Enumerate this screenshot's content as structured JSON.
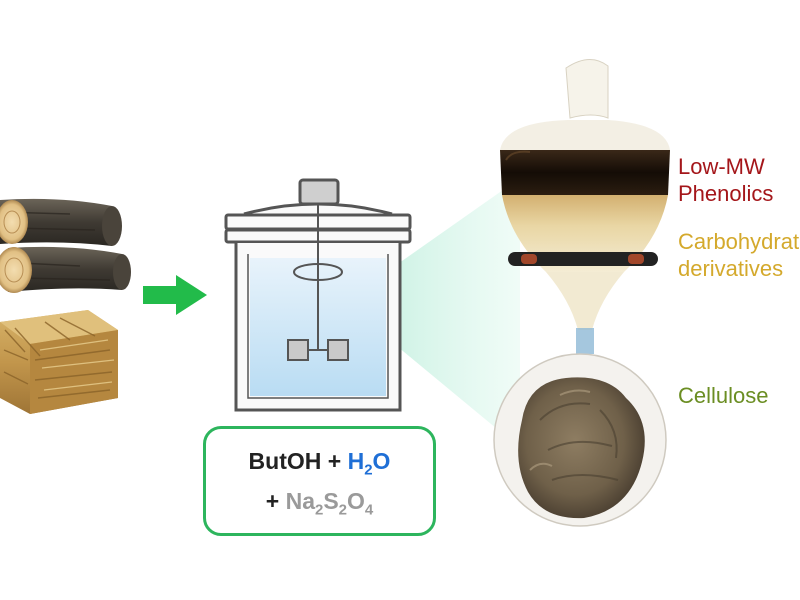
{
  "colors": {
    "arrow": "#22bb4a",
    "box_border": "#2db55d",
    "phenolics": "#a4161a",
    "carbohydrates": "#d4a92c",
    "cellulose": "#6b8e23",
    "water": "#1f6fd6",
    "salt": "#9a9a9a",
    "reactor_outline": "#555555"
  },
  "icons": [
    "wood-logs-icon",
    "straw-bale-icon",
    "arrow-right-icon",
    "stirred-reactor-icon",
    "separatory-funnel-image",
    "cellulose-bowl-image"
  ],
  "labels": {
    "phenolics_line1": "Low-MW",
    "phenolics_line2": "Phenolics",
    "carbs_line1": "Carbohydrate",
    "carbs_line2": "derivatives",
    "cellulose": "Cellulose"
  },
  "solvent": {
    "line1_a": "ButOH + ",
    "water_main": "H",
    "water_sub": "2",
    "water_end": "O",
    "line2_plus": "+ ",
    "salt_na": "Na",
    "salt_sub1": "2",
    "salt_s": "S",
    "salt_sub2": "2",
    "salt_o": "O",
    "salt_sub3": "4"
  }
}
